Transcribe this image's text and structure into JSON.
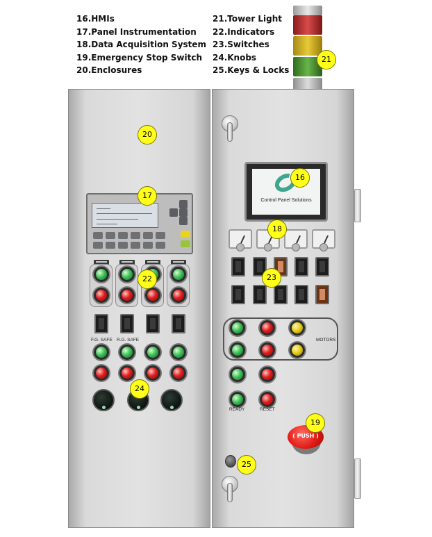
{
  "legend": {
    "left": [
      "16.HMIs",
      "17.Panel Instrumentation",
      "18.Data Acquisition System",
      "19.Emergency Stop Switch",
      "20.Enclosures"
    ],
    "right": [
      "21.Tower Light",
      "22.Indicators",
      "23.Switches",
      "24.Knobs",
      "25.Keys & Locks"
    ]
  },
  "callouts": {
    "c16": "16",
    "c17": "17",
    "c18": "18",
    "c19": "19",
    "c20": "20",
    "c21": "21",
    "c22": "22",
    "c23": "23",
    "c24": "24",
    "c25": "25"
  },
  "hmi": {
    "brand": "Control Panel Solutions"
  },
  "estop": {
    "label": "( PUSH )"
  },
  "labels": {
    "fg_safe": "F.G. SAFE",
    "rg_safe": "R.G. SAFE",
    "motors": "MOTORS",
    "ready": "READY",
    "reset": "RESET"
  },
  "colors": {
    "callout": "#ffff1a",
    "green_light": "#3fc05a",
    "red_light": "#e0201f",
    "yellow_light": "#e8cf1c",
    "estop": "#e31b17"
  }
}
